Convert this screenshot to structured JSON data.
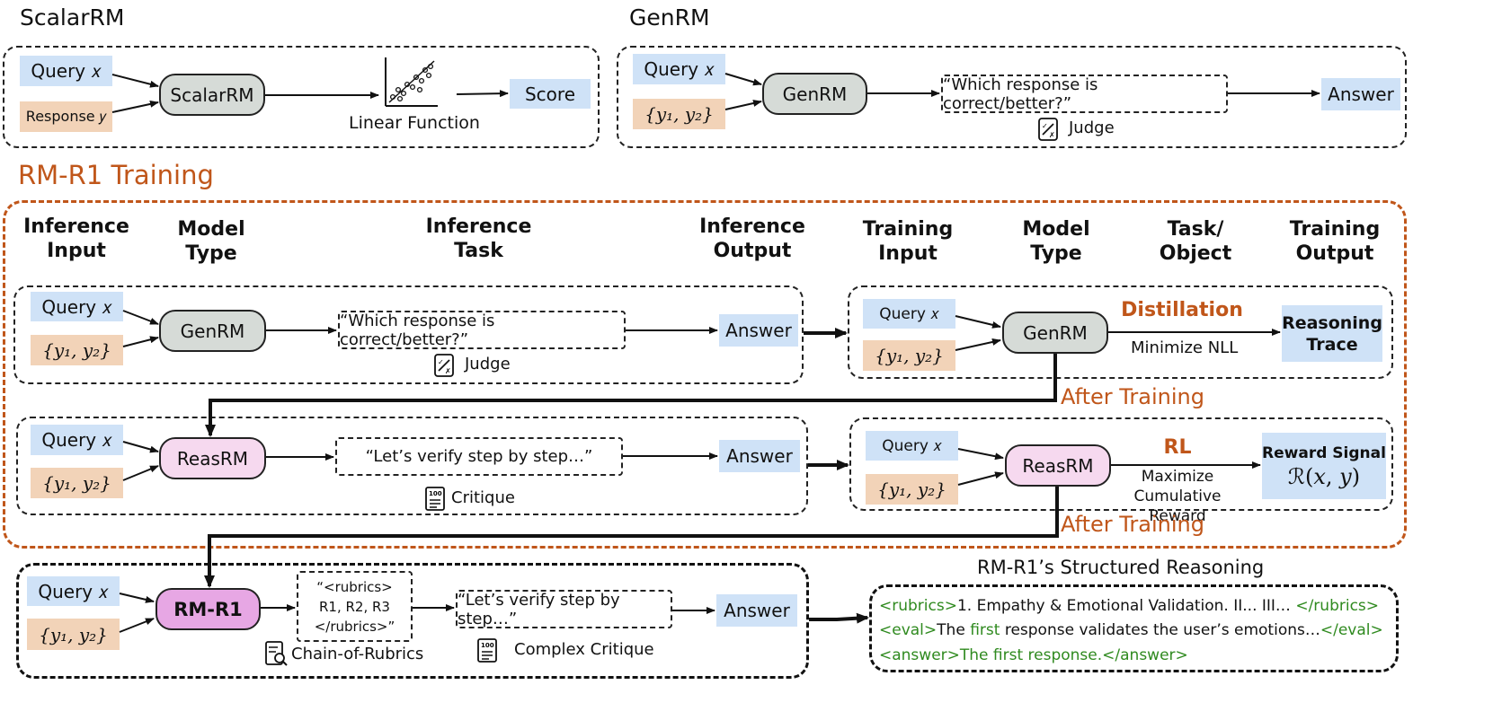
{
  "top": {
    "scalar_title": "ScalarRM",
    "gen_title": "GenRM",
    "query_x": "Query 𝑥",
    "response_y": "Response 𝑦",
    "scalarrm_node": "ScalarRM",
    "linear_function": "Linear Function",
    "score": "Score",
    "pair": "{𝑦₁, 𝑦₂}",
    "genrm_node": "GenRM",
    "prompt_which": "“Which response is correct/better?”",
    "judge": "Judge",
    "answer": "Answer"
  },
  "training": {
    "title": "RM-R1 Training",
    "headers": {
      "inference_input": "Inference Input",
      "model_type": "Model Type",
      "inference_task": "Inference Task",
      "inference_output": "Inference Output",
      "training_input": "Training Input",
      "model_type_2": "Model Type",
      "task_object": "Task/ Object",
      "training_output": "Training Output"
    },
    "row1": {
      "query": "Query 𝑥",
      "pair": "{𝑦₁, 𝑦₂}",
      "model": "GenRM",
      "prompt": "“Which response is correct/better?”",
      "judge": "Judge",
      "answer": "Answer",
      "t_query": "Query 𝑥",
      "t_pair": "{𝑦₁, 𝑦₂}",
      "t_model": "GenRM",
      "method": "Distillation",
      "objective": "Minimize NLL",
      "output": "Reasoning Trace",
      "after": "After Training"
    },
    "row2": {
      "query": "Query 𝑥",
      "pair": "{𝑦₁, 𝑦₂}",
      "model": "ReasRM",
      "prompt": "“Let’s verify step by step…”",
      "critique": "Critique",
      "answer": "Answer",
      "t_query": "Query 𝑥",
      "t_pair": "{𝑦₁, 𝑦₂}",
      "t_model": "ReasRM",
      "method": "RL",
      "objective_1": "Maximize",
      "objective_2": "Cumulative Reward",
      "output_title": "Reward Signal",
      "output_formula": "ℛ(𝑥, 𝑦)",
      "after": "After Training"
    }
  },
  "bottom": {
    "query": "Query 𝑥",
    "pair": "{𝑦₁, 𝑦₂}",
    "model": "RM-R1",
    "rubrics_line1": "“<rubrics>",
    "rubrics_line2": "R1, R2, R3",
    "rubrics_line3": "</rubrics>”",
    "chain_of_rubrics": "Chain-of-Rubrics",
    "prompt": "“Let’s verify step by step…”",
    "complex_critique": "Complex Critique",
    "answer": "Answer",
    "sr_title": "RM-R1’s Structured Reasoning",
    "sr_l1_open": "<rubrics>",
    "sr_l1_text": "1. Empathy & Emotional Validation.   II...   III…",
    "sr_l1_close": "</rubrics>",
    "sr_l2_open": "<eval>",
    "sr_l2_a": "The ",
    "sr_l2_first": "first",
    "sr_l2_b": " response validates the user’s emotions…",
    "sr_l2_close": "</eval>",
    "sr_l3_open": "<answer>",
    "sr_l3_text": "The first response.",
    "sr_l3_close": "</answer>"
  },
  "colors": {
    "orange": "#c0561a",
    "blue_input": "#cfe2f7",
    "tan_input": "#f2d3b8",
    "genrm_gray": "#d6dbd7",
    "reasrm_pink": "#f6d9ef",
    "rmr1_magenta": "#e7a7e4",
    "tag_green": "#2f8a1f"
  },
  "icons": {
    "judge": "judge-icon",
    "critique": "critique-icon",
    "chain_of_rubrics": "chain-of-rubrics-icon",
    "linear_function": "scatter-plot-icon"
  }
}
